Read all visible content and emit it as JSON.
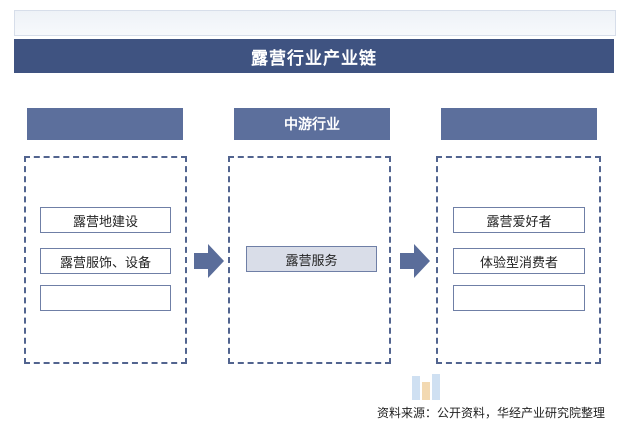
{
  "title": "露营行业产业链",
  "columns": [
    {
      "header": "",
      "items": [
        "露营地建设",
        "露营服饰、设备",
        ""
      ]
    },
    {
      "header": "中游行业",
      "items": [
        "露营服务"
      ]
    },
    {
      "header": "",
      "items": [
        "露营爱好者",
        "体验型消费者",
        ""
      ]
    }
  ],
  "source": "资料来源：公开资料，华经产业研究院整理",
  "icons": [
    "arrow-right-icon",
    "arrow-right-icon"
  ],
  "colors": {
    "title_bg": "#3f5381",
    "header_bg": "#5c6f9c",
    "border": "#52648f",
    "arrow": "#5a6d9a",
    "shaded_item": "#d9dde8"
  }
}
